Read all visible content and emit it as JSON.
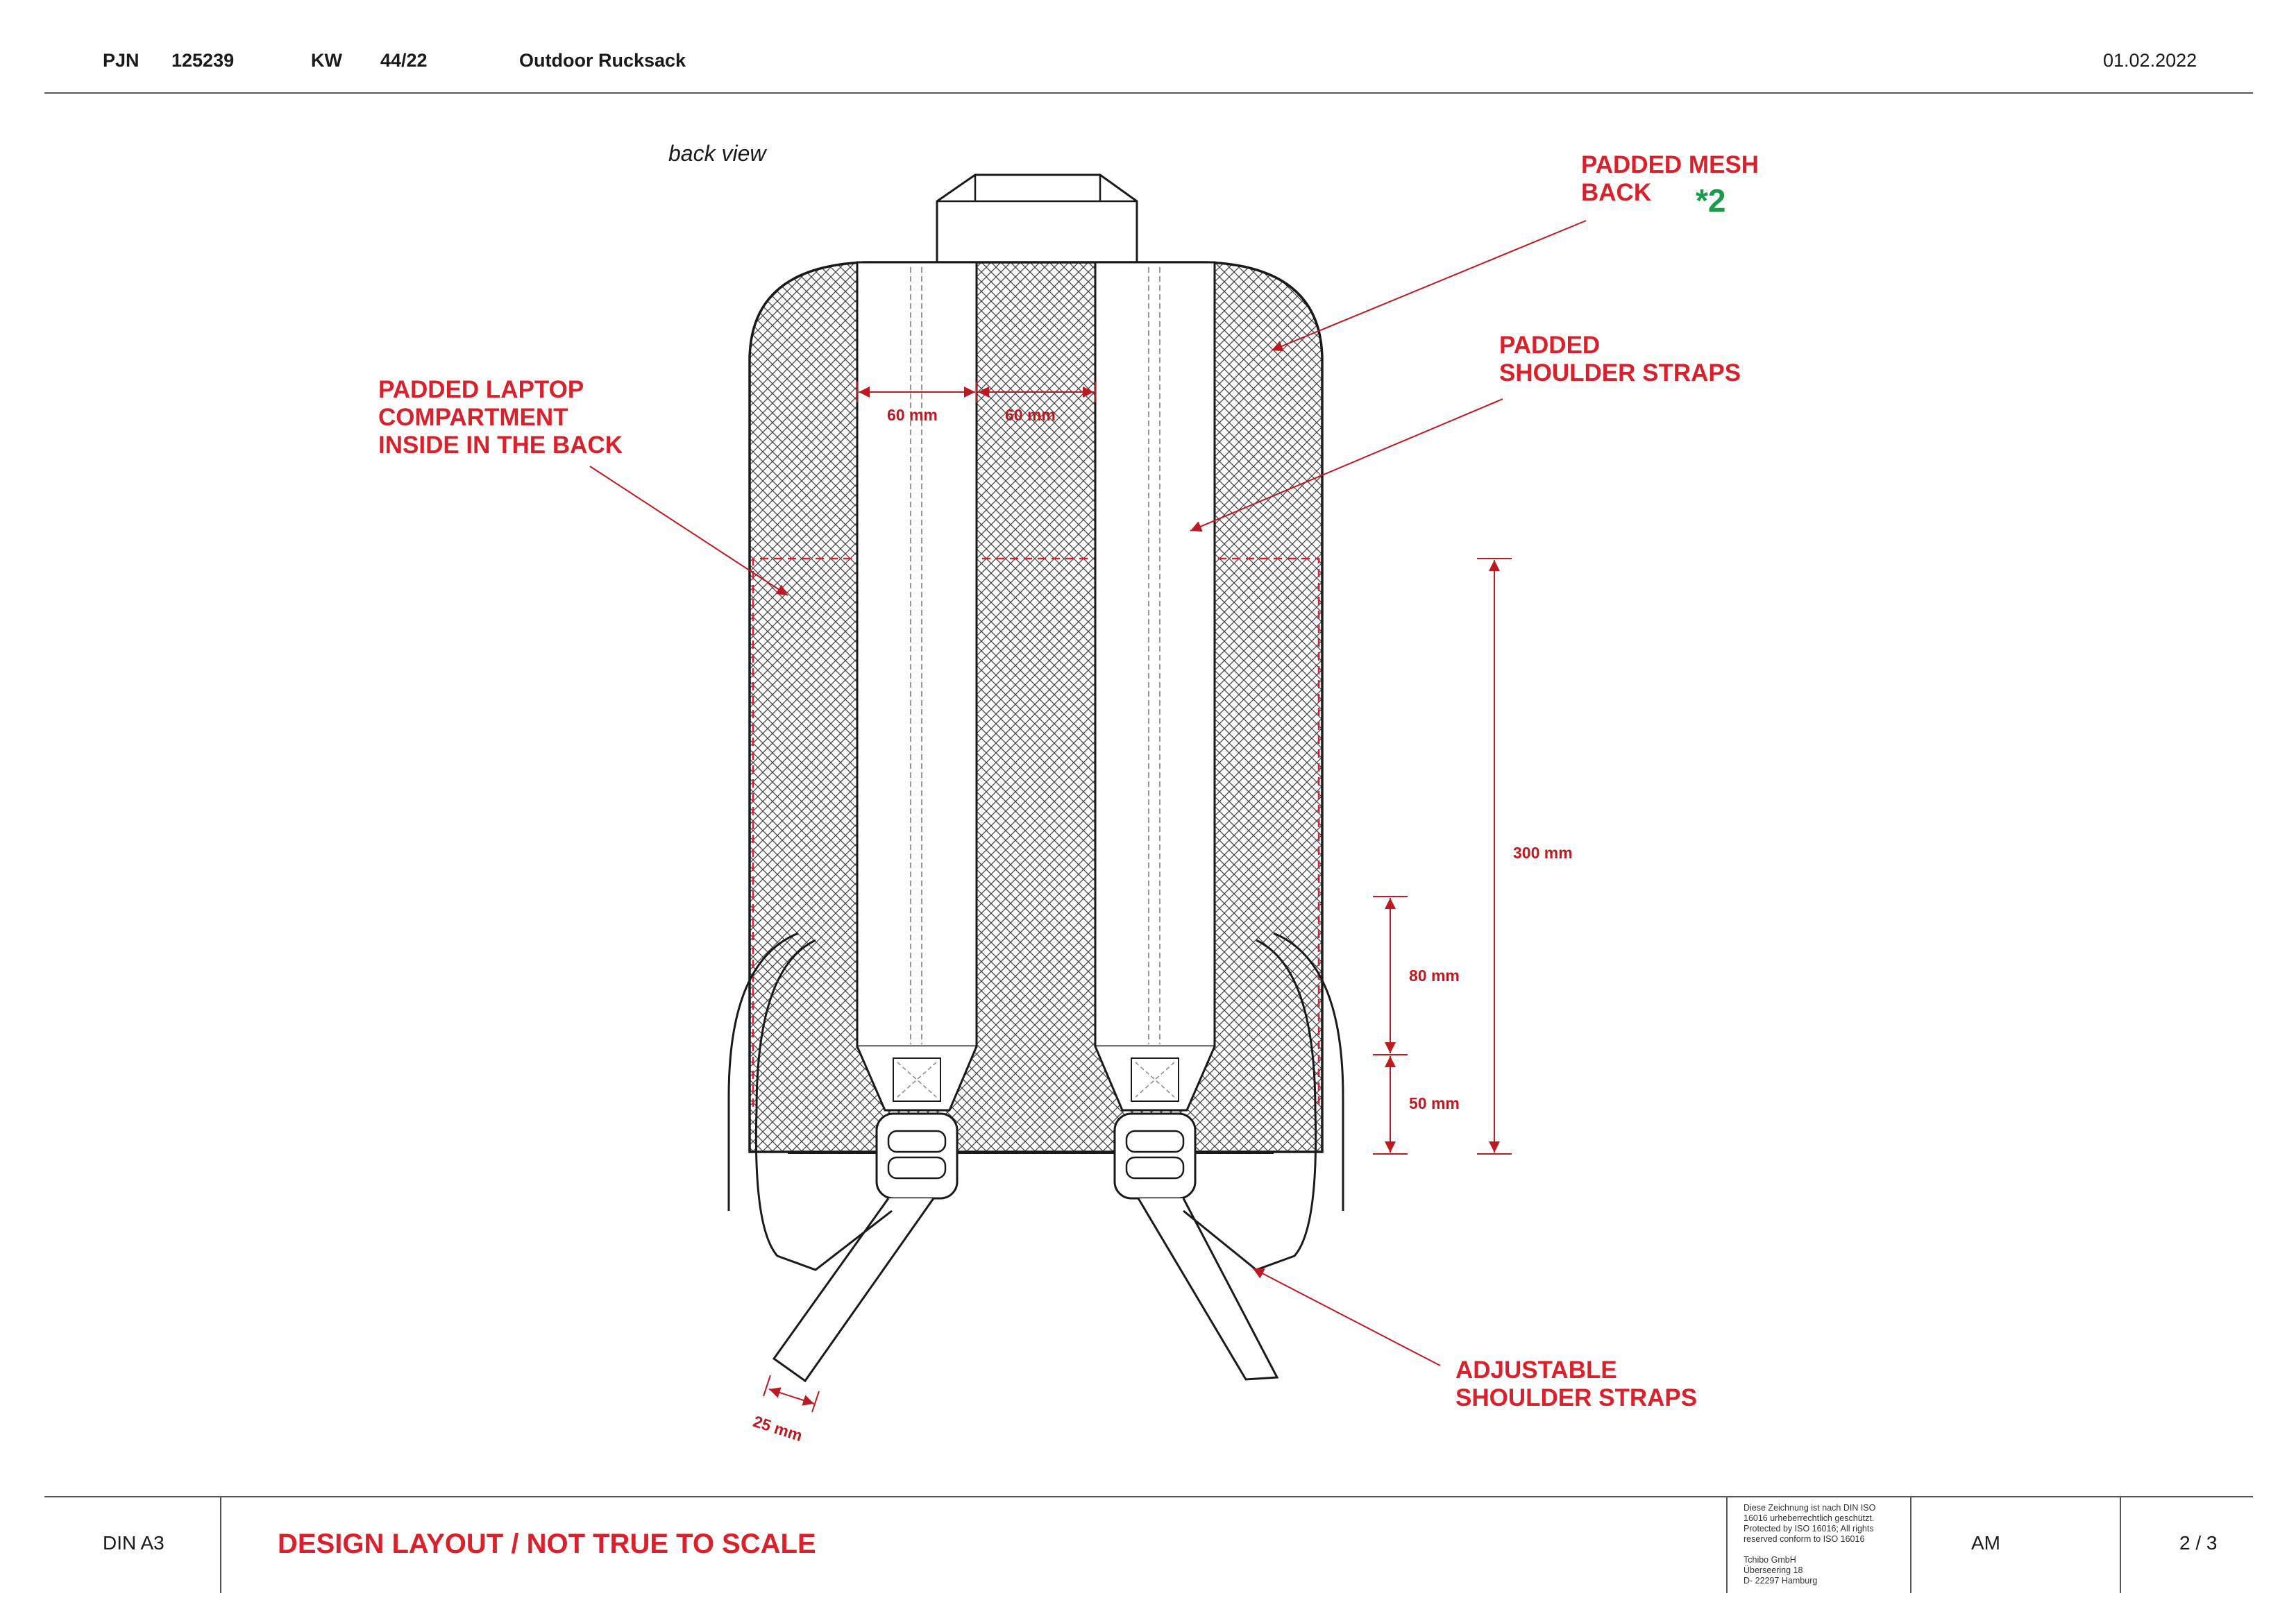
{
  "header": {
    "pjn_label": "PJN",
    "pjn_value": "125239",
    "kw_label": "KW",
    "kw_value": "44/22",
    "product": "Outdoor Rucksack",
    "date": "01.02.2022"
  },
  "view_label": "back view",
  "callouts": {
    "mesh_line1": "PADDED MESH",
    "mesh_line2": "BACK",
    "mesh_note": "*2",
    "straps_line1": "PADDED",
    "straps_line2": "SHOULDER STRAPS",
    "laptop_line1": "PADDED LAPTOP",
    "laptop_line2": "COMPARTMENT",
    "laptop_line3": "INSIDE IN THE BACK",
    "adjustable_line1": "ADJUSTABLE",
    "adjustable_line2": "SHOULDER STRAPS"
  },
  "dimensions": {
    "strap_width_left": "60 mm",
    "strap_width_right": "60 mm",
    "height_total": "300 mm",
    "height_upper": "80 mm",
    "height_lower": "50 mm",
    "webbing": "25 mm"
  },
  "footer": {
    "format": "DIN A3",
    "title": "DESIGN LAYOUT / NOT TRUE TO SCALE",
    "legal_1": "Diese Zeichnung ist nach DIN ISO",
    "legal_2": "16016 urheberrechtlich geschützt.",
    "legal_3": "Protected by ISO 16016; All rights",
    "legal_4": "reserved conform to ISO 16016",
    "company": "Tchibo GmbH",
    "street": "Überseering 18",
    "city": "D- 22297 Hamburg",
    "author": "AM",
    "page": "2 / 3"
  },
  "colors": {
    "annotation_red": "#d9202b",
    "note_green": "#1a9a4a",
    "line": "#1a1a1a"
  }
}
